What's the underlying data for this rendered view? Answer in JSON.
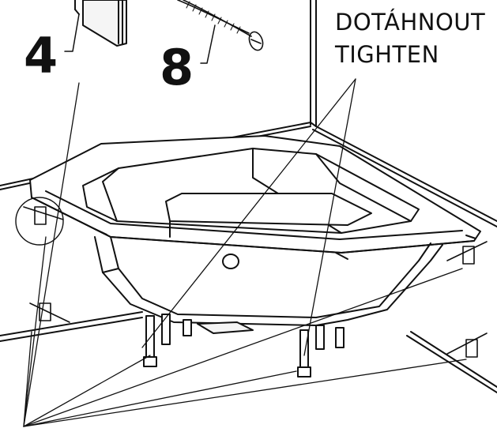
{
  "labels": {
    "part_panel_number": "4",
    "part_screw_number": "8"
  },
  "instructions": {
    "czech": "DOTÁHNOUT",
    "english": "TIGHTEN"
  },
  "colors": {
    "line": "#111111",
    "background": "#ffffff",
    "panel_fill": "#f5f5f5"
  }
}
